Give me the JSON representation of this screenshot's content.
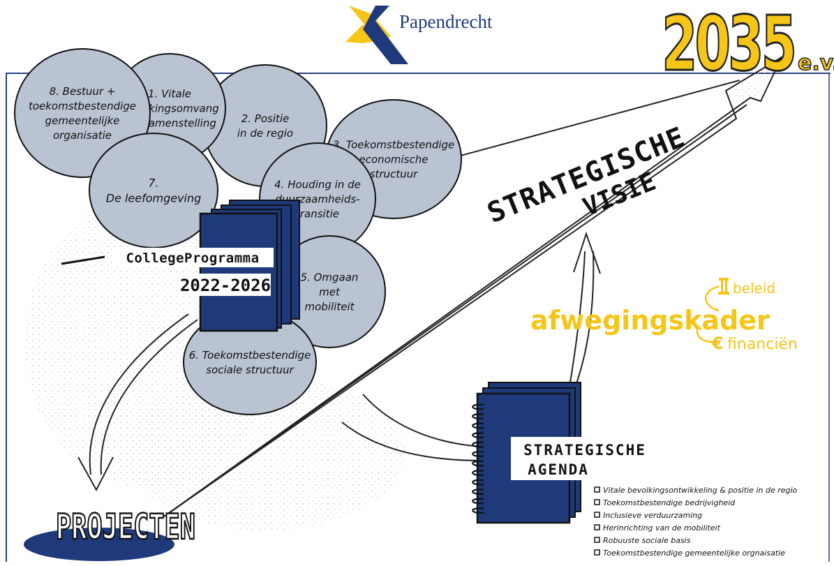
{
  "logo": {
    "text": "Papendrecht"
  },
  "year": {
    "number": "2035",
    "suffix": "e.v."
  },
  "circles": [
    {
      "lines": [
        "8. Bestuur +",
        "toekomstbestendige",
        "gemeentelijke",
        "organisatie"
      ]
    },
    {
      "lines": [
        "1. Vitale",
        "bevolkingsomvang",
        "en -samenstelling"
      ]
    },
    {
      "lines": [
        "2. Positie",
        "in de regio"
      ]
    },
    {
      "lines": [
        "3. Toekomstbestendige",
        "economische",
        "structuur"
      ]
    },
    {
      "lines": [
        "7.",
        "De leefomgeving"
      ]
    },
    {
      "lines": [
        "4. Houding in de",
        "duurzaamheids-",
        "transitie"
      ]
    },
    {
      "lines": [
        "5. Omgaan",
        "met",
        "mobiliteit"
      ]
    },
    {
      "lines": [
        "6. Toekomstbestendige",
        "sociale structuur"
      ]
    }
  ],
  "college": {
    "title": "CollegeProgramma",
    "years": "2022-2026"
  },
  "visie": {
    "line1": "STRATEGISCHE",
    "line2": "VISIE"
  },
  "afwegingskader": {
    "label": "afwegingskader",
    "beleid": "beleid",
    "financien": "financiën",
    "beleid_icon": "pillar-icon",
    "financien_icon": "euro-icon"
  },
  "agenda": {
    "line1": "STRATEGISCHE",
    "line2": "AGENDA",
    "items": [
      "Vitale bevolkingsontwikkeling & positie in de regio",
      "Toekomstbestendige bedrijvigheid",
      "Inclusieve verduurzaming",
      "Herinrichting van de mobiliteit",
      "Robuuste sociale basis",
      "Toekomstbestendige gemeentelijke orgnaisatie"
    ]
  },
  "projecten": {
    "label": "PROJECTEN"
  },
  "colors": {
    "navy": "#1f3a7a",
    "circle": "#b9c3d2",
    "yellow": "#f5c518",
    "frame": "#2a3f7e"
  }
}
